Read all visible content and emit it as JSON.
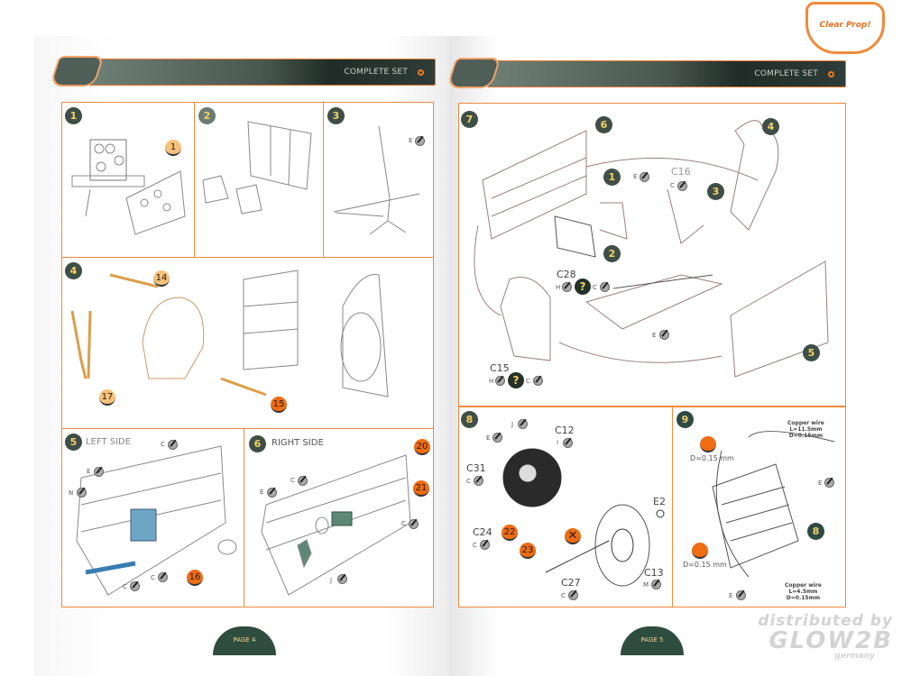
{
  "logo": "Clear Prop!",
  "left_page": {
    "header": "COMPLETE SET",
    "page": "PAGE 4",
    "steps": {
      "s1": {
        "num": "1",
        "badges": [
          "1"
        ]
      },
      "s2": {
        "num": "2"
      },
      "s3": {
        "num": "3",
        "labels": [
          "E"
        ]
      },
      "s4": {
        "num": "4",
        "badges": [
          "14",
          "17",
          "15"
        ]
      },
      "s5": {
        "num": "5",
        "title": "LEFT SIDE",
        "labels": [
          "C",
          "E",
          "N",
          "C",
          "C"
        ],
        "badges": [
          "16"
        ]
      },
      "s6": {
        "num": "6",
        "title": "RIGHT SIDE",
        "labels": [
          "C",
          "E",
          "C",
          "J"
        ],
        "badges": [
          "20",
          "21"
        ]
      }
    }
  },
  "right_page": {
    "header": "COMPLETE SET",
    "page": "PAGE 5",
    "steps": {
      "s7": {
        "num": "7",
        "subassemblies": [
          "6",
          "4",
          "1",
          "3",
          "2",
          "5"
        ],
        "parts": {
          "c16": "C16",
          "c28": "C28",
          "c15": "C15"
        },
        "labels": [
          "E",
          "C",
          "H",
          "C",
          "E",
          "H",
          "C"
        ],
        "question": "?"
      },
      "s8": {
        "num": "8",
        "parts": [
          "C12",
          "C31",
          "C24",
          "E2",
          "C13",
          "C27"
        ],
        "labels": [
          "J",
          "E",
          "I",
          "C",
          "C",
          "M",
          "C"
        ],
        "badges": [
          "22",
          "23"
        ]
      },
      "s9": {
        "num": "9",
        "sub": "8",
        "wire1": [
          "Copper wire",
          "L=11.5mm",
          "D=0.15mm"
        ],
        "wire2": [
          "Copper wire",
          "L=4.5mm",
          "D=0.15mm"
        ],
        "drill": "D=0.15 mm",
        "labels": [
          "E",
          "E"
        ]
      }
    }
  },
  "watermark": {
    "line1": "distributed by",
    "line2": "GLOW2B",
    "line3": "germany"
  },
  "colors": {
    "accent": "#f08a3c",
    "header": "#3f4e47",
    "badge_orange": "#ef6c12",
    "number_yellow": "#f3d267"
  }
}
